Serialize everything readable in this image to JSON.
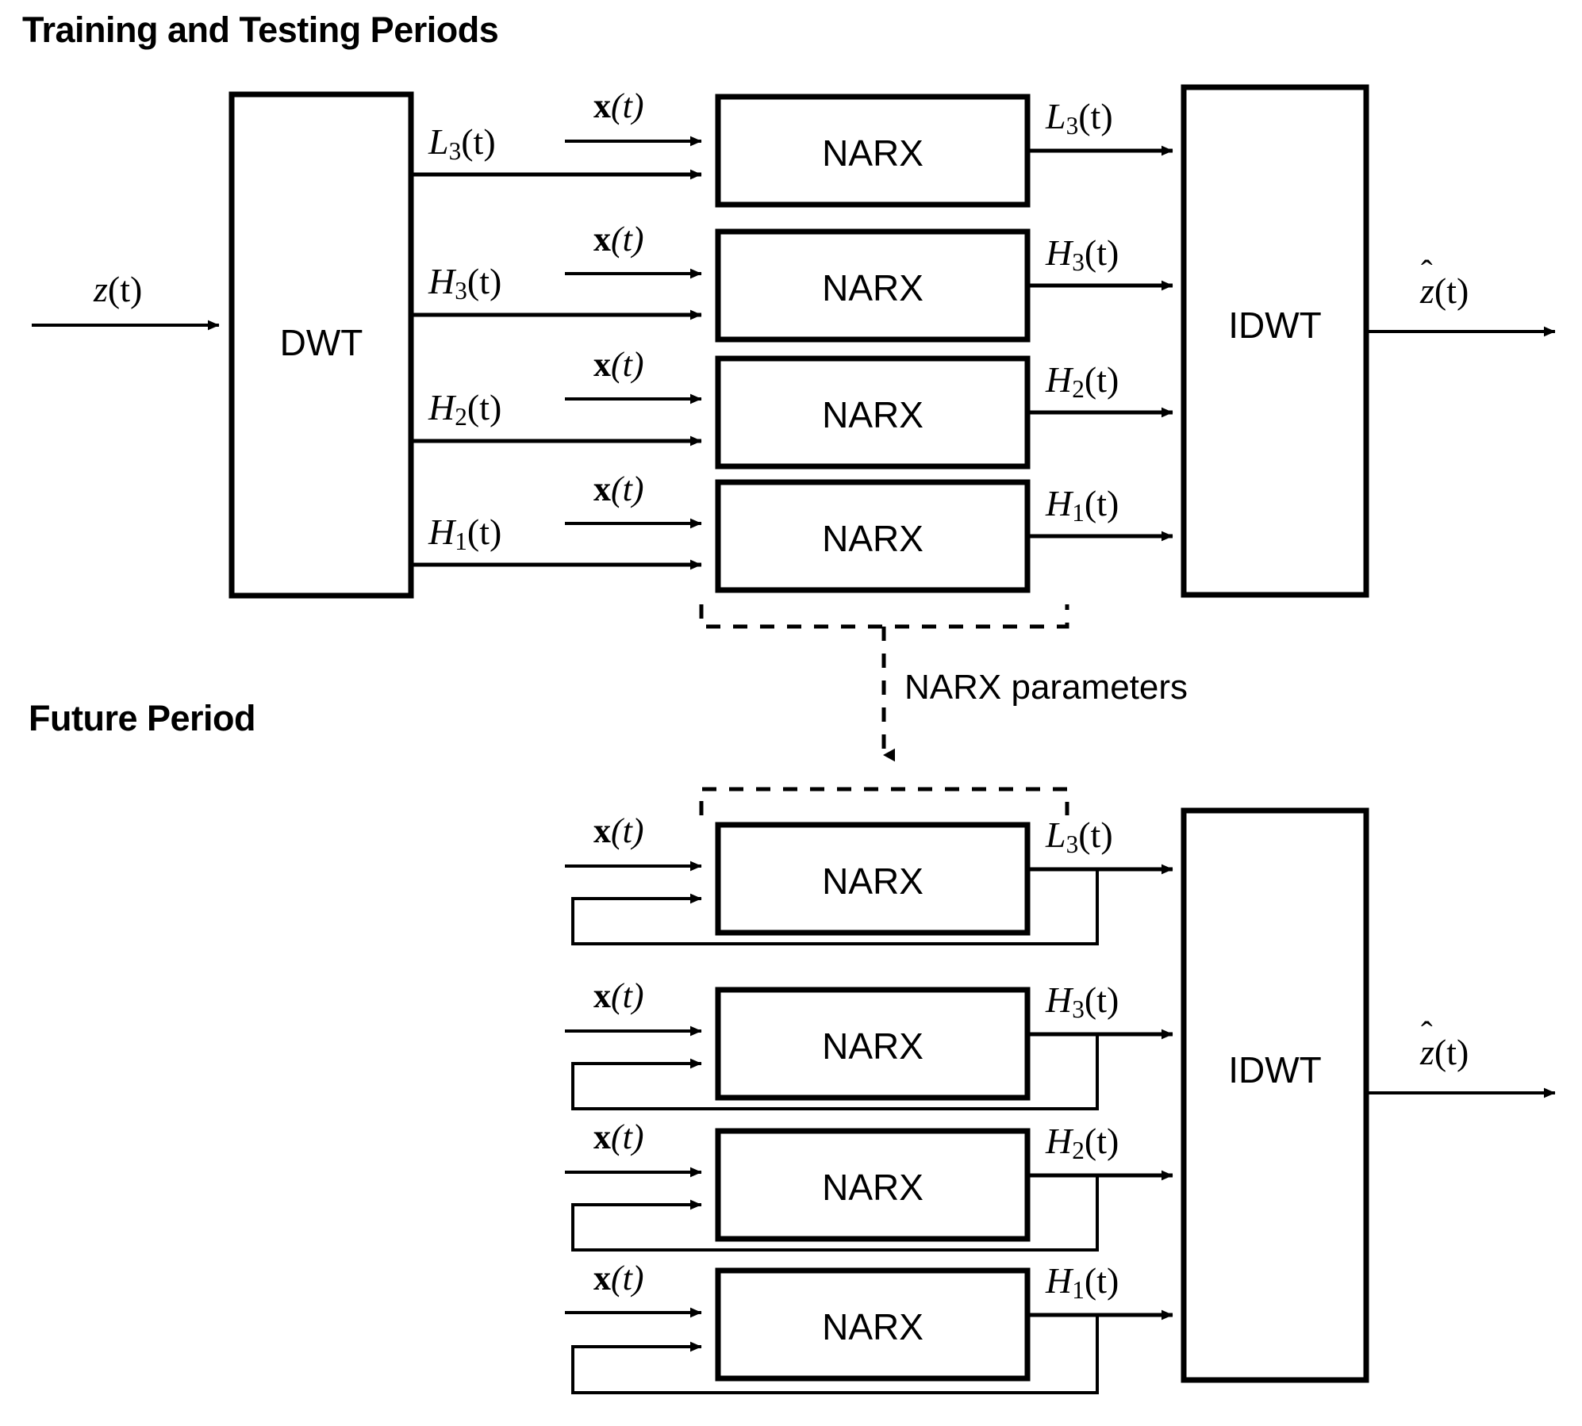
{
  "figure": {
    "type": "block-diagram",
    "background": "#ffffff",
    "stroke": "#000000"
  },
  "sections": [
    {
      "id": "training",
      "title": "Training and Testing Periods"
    },
    {
      "id": "future",
      "title": "Future Period"
    }
  ],
  "blocks": {
    "dwt": "DWT",
    "idwt": "IDWT",
    "narx": "NARX"
  },
  "signals": {
    "input": {
      "base": "z",
      "sub": "",
      "arg": "(t)"
    },
    "output": {
      "base": "z",
      "hat": true,
      "arg": "(t)"
    },
    "exogenous": {
      "base": "x",
      "arg": "(t)"
    }
  },
  "training": {
    "input_label": "z(t)",
    "output_label": "ẑ(t)",
    "branches": [
      {
        "id": "L3",
        "label_base": "L",
        "label_sub": "3",
        "label_arg": "(t)",
        "exo": "x(t)",
        "narx": "NARX",
        "out_base": "L",
        "out_sub": "3",
        "out_arg": "(t)"
      },
      {
        "id": "H3",
        "label_base": "H",
        "label_sub": "3",
        "label_arg": "(t)",
        "exo": "x(t)",
        "narx": "NARX",
        "out_base": "H",
        "out_sub": "3",
        "out_arg": "(t)"
      },
      {
        "id": "H2",
        "label_base": "H",
        "label_sub": "2",
        "label_arg": "(t)",
        "exo": "x(t)",
        "narx": "NARX",
        "out_base": "H",
        "out_sub": "2",
        "out_arg": "(t)"
      },
      {
        "id": "H1",
        "label_base": "H",
        "label_sub": "1",
        "label_arg": "(t)",
        "exo": "x(t)",
        "narx": "NARX",
        "out_base": "H",
        "out_sub": "1",
        "out_arg": "(t)"
      }
    ]
  },
  "connector": {
    "label": "NARX parameters",
    "style": "dashed",
    "from": "training-narx-group",
    "to": "future-narx-group"
  },
  "future": {
    "output_label": "ẑ(t)",
    "branches": [
      {
        "id": "L3",
        "exo": "x(t)",
        "narx": "NARX",
        "out_base": "L",
        "out_sub": "3",
        "out_arg": "(t)",
        "feedback": true
      },
      {
        "id": "H3",
        "exo": "x(t)",
        "narx": "NARX",
        "out_base": "H",
        "out_sub": "3",
        "out_arg": "(t)",
        "feedback": true
      },
      {
        "id": "H2",
        "exo": "x(t)",
        "narx": "NARX",
        "out_base": "H",
        "out_sub": "2",
        "out_arg": "(t)",
        "feedback": true
      },
      {
        "id": "H1",
        "exo": "x(t)",
        "narx": "NARX",
        "out_base": "H",
        "out_sub": "1",
        "out_arg": "(t)",
        "feedback": true
      }
    ]
  },
  "text": {
    "t_label": "(t)",
    "x_bold": "x",
    "z_italic": "z",
    "hat_mark": "ˆ",
    "sub3": "3",
    "sub2": "2",
    "sub1": "1",
    "L": "L",
    "H": "H"
  }
}
